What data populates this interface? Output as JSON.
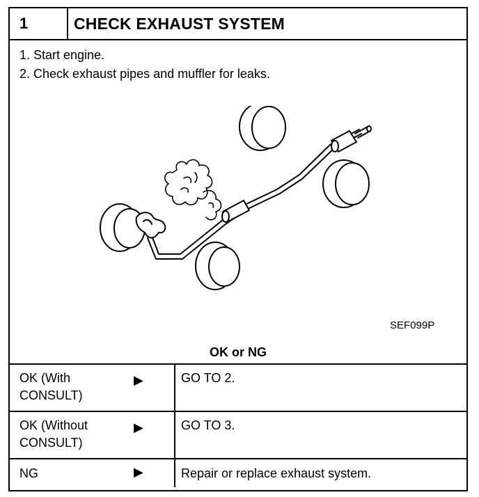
{
  "header": {
    "step_number": "1",
    "title": "CHECK EXHAUST SYSTEM"
  },
  "instructions": [
    "1. Start engine.",
    "2. Check exhaust pipes and muffler for leaks."
  ],
  "figure": {
    "code": "SEF099P"
  },
  "result_label": "OK or NG",
  "results": [
    {
      "condition": "OK (With\nCONSULT)",
      "arrow": "▶",
      "action": "GO TO 2."
    },
    {
      "condition": "OK (Without\nCONSULT)",
      "arrow": "▶",
      "action": "GO TO 3."
    },
    {
      "condition": "NG",
      "arrow": "▶",
      "action": "Repair or replace exhaust system."
    }
  ]
}
